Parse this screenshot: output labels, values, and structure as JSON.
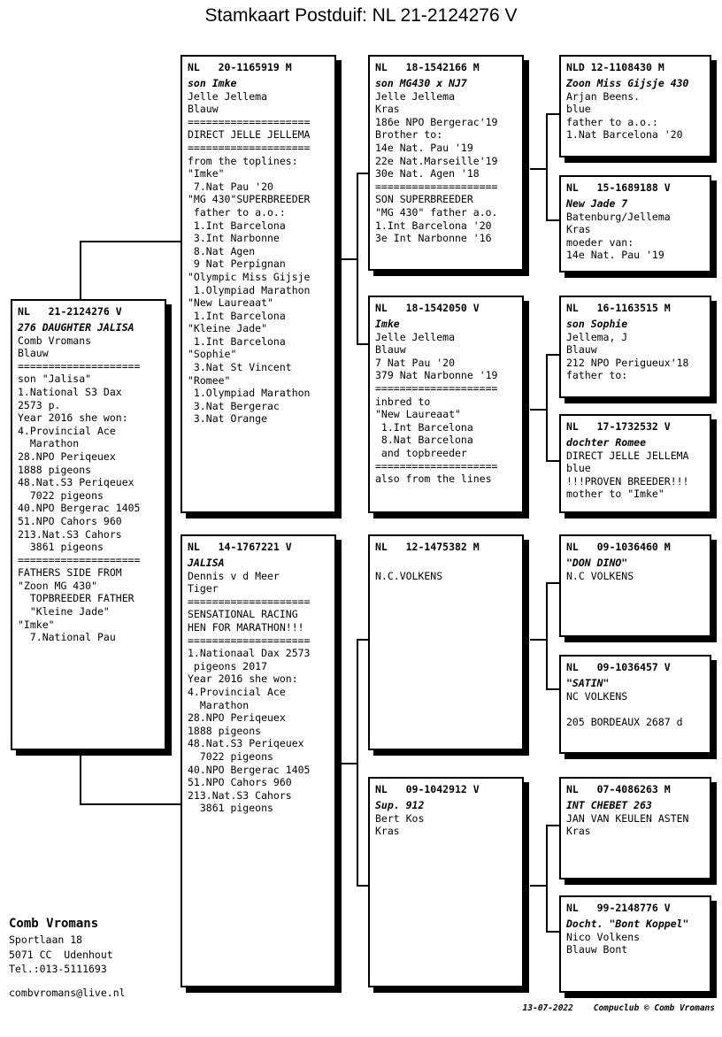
{
  "title": "Stamkaart Postduif: NL  21-2124276 V",
  "subject": {
    "ring": "NL   21-2124276 V",
    "name": "276 DAUGHTER JALISA",
    "lines": [
      "Comb Vromans",
      "Blauw",
      "====================",
      "son \"Jalisa\"",
      "1.National S3 Dax",
      "2573 p.",
      "Year 2016 she won:",
      "4.Provincial Ace",
      "  Marathon",
      "28.NPO Periqeuex",
      "1888 pigeons",
      "48.Nat.S3 Periqeuex",
      "  7022 pigeons",
      "40.NPO Bergerac 1405",
      "51.NPO Cahors 960",
      "213.Nat.S3 Cahors",
      "  3861 pigeons",
      "====================",
      "FATHERS SIDE FROM",
      "\"Zoon MG 430\"",
      "  TOPBREEDER FATHER",
      "  \"Kleine Jade\"",
      "\"Imke\"",
      "  7.National Pau"
    ]
  },
  "gen1": [
    {
      "ring": "NL   20-1165919 M",
      "name": "son Imke",
      "lines": [
        "Jelle Jellema",
        "Blauw",
        "====================",
        "DIRECT JELLE JELLEMA",
        "====================",
        "from the toplines:",
        "\"Imke\"",
        " 7.Nat Pau '20",
        "\"MG 430\"SUPERBREEDER",
        " father to a.o.:",
        " 1.Int Barcelona",
        " 3.Int Narbonne",
        " 8.Nat Agen",
        " 9 Nat Perpignan",
        "\"Olympic Miss Gijsje",
        " 1.Olympiad Marathon",
        "\"New Laureaat\"",
        " 1.Int Barcelona",
        "\"Kleine Jade\"",
        " 1.Int Barcelona",
        "\"Sophie\"",
        " 3.Nat St Vincent",
        "\"Romee\"",
        " 1.Olympiad Marathon",
        " 3.Nat Bergerac",
        " 3.Nat Orange"
      ]
    },
    {
      "ring": "NL   14-1767221 V",
      "name": "JALISA",
      "lines": [
        "Dennis v d Meer",
        "Tiger",
        "====================",
        "SENSATIONAL RACING",
        "HEN FOR MARATHON!!!",
        "====================",
        "1.Nationaal Dax 2573",
        " pigeons 2017",
        "Year 2016 she won:",
        "4.Provincial Ace",
        "  Marathon",
        "28.NPO Periqeuex",
        "1888 pigeons",
        "48.Nat.S3 Periqeuex",
        "  7022 pigeons",
        "40.NPO Bergerac 1405",
        "51.NPO Cahors 960",
        "213.Nat.S3 Cahors",
        "  3861 pigeons"
      ]
    }
  ],
  "gen2": [
    {
      "ring": "NL   18-1542166 M",
      "name": "son MG430 x NJ7",
      "lines": [
        "Jelle Jellema",
        "Kras",
        "186e NPO Bergerac'19",
        "Brother to:",
        "14e Nat. Pau '19",
        "22e Nat.Marseille'19",
        "30e Nat. Agen '18",
        "====================",
        "SON SUPERBREEDER",
        "\"MG 430\" father a.o.",
        "1.Int Barcelona '20",
        "3e Int Narbonne '16"
      ]
    },
    {
      "ring": "NL   18-1542050 V",
      "name": "Imke",
      "lines": [
        "Jelle Jellema",
        "Blauw",
        "7 Nat Pau '20",
        "379 Nat Narbonne '19",
        "====================",
        "inbred to",
        "\"New Laureaat\"",
        " 1.Int Barcelona",
        " 8.Nat Barcelona",
        " and topbreeder",
        "====================",
        "also from the lines"
      ]
    },
    {
      "ring": "NL   12-1475382 M",
      "name": "",
      "lines": [
        "",
        "N.C.VOLKENS"
      ]
    },
    {
      "ring": "NL   09-1042912 V",
      "name": "Sup. 912",
      "lines": [
        "Bert Kos",
        "Kras"
      ]
    }
  ],
  "gen3": [
    {
      "ring": "NLD 12-1108430 M",
      "name": "Zoon Miss Gijsje 430",
      "lines": [
        "Arjan Beens.",
        "blue",
        "father to a.o.:",
        "1.Nat Barcelona '20"
      ]
    },
    {
      "ring": "NL   15-1689188 V",
      "name": "New Jade 7",
      "lines": [
        "Batenburg/Jellema",
        "Kras",
        "moeder van:",
        "14e Nat. Pau '19"
      ]
    },
    {
      "ring": "NL   16-1163515 M",
      "name": "son Sophie",
      "lines": [
        "Jellema, J",
        "Blauw",
        "212 NPO Perigueux'18",
        "father to:"
      ]
    },
    {
      "ring": "NL   17-1732532 V",
      "name": "dochter Romee",
      "lines": [
        "DIRECT JELLE JELLEMA",
        "blue",
        "!!!PROVEN BREEDER!!!",
        "mother to \"Imke\""
      ]
    },
    {
      "ring": "NL   09-1036460 M",
      "name": "\"DON DINO\"",
      "lines": [
        "N.C VOLKENS"
      ]
    },
    {
      "ring": "NL   09-1036457 V",
      "name": "\"SATIN\"",
      "lines": [
        "NC VOLKENS",
        "",
        "205 BORDEAUX 2687 d"
      ]
    },
    {
      "ring": "NL   07-4086263 M",
      "name": "INT CHEBET 263",
      "lines": [
        "JAN VAN KEULEN ASTEN",
        "Kras"
      ]
    },
    {
      "ring": "NL   99-2148776 V",
      "name": "Docht. \"Bont Koppel\"",
      "lines": [
        "Nico Volkens",
        "Blauw Bont"
      ]
    }
  ],
  "owner": {
    "name": "Comb Vromans",
    "address1": "Sportlaan 18",
    "address2": "5071 CC  Udenhout",
    "phone": "Tel.:013-5111693",
    "email": "combvromans@live.nl"
  },
  "credit": "13-07-2022    Compuclub © Comb Vromans"
}
